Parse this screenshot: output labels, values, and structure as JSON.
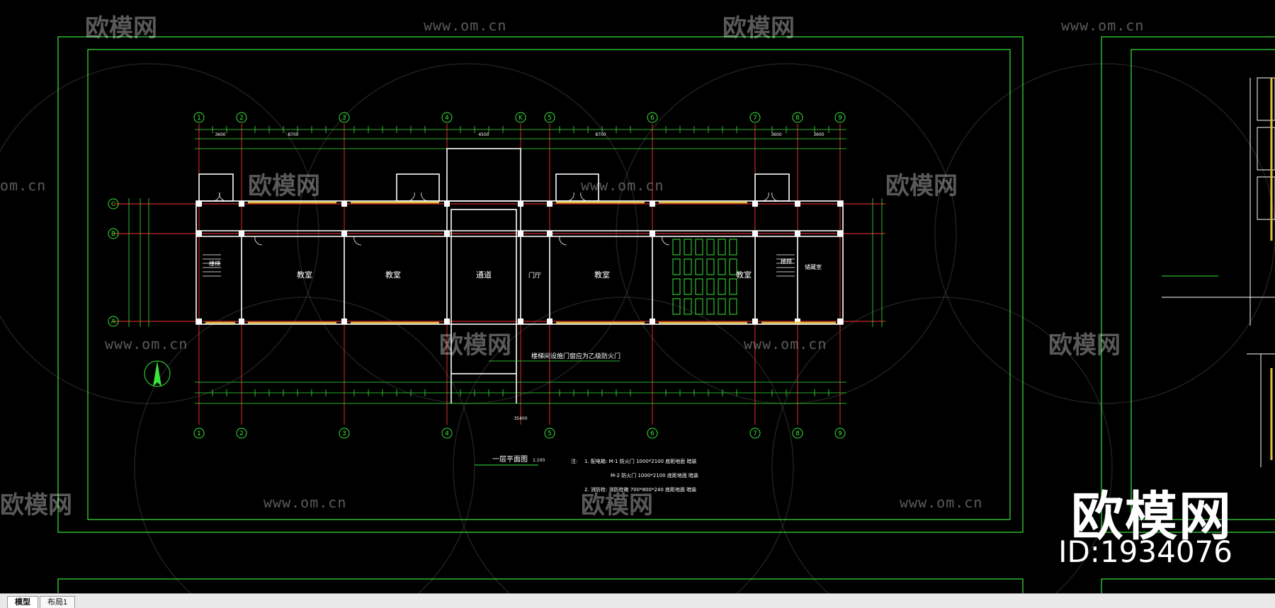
{
  "watermark": {
    "brand": "欧模网",
    "url": "www.om.cn",
    "url_partial": "om.cn",
    "brand_partial": "欧模网",
    "id_label": "ID:1934076"
  },
  "drawing": {
    "title": "一层平面图",
    "scale": "1:100",
    "grid_top": [
      "1",
      "2",
      "3",
      "4",
      "K",
      "5",
      "6",
      "7",
      "8",
      "9"
    ],
    "grid_left": [
      "C",
      "B",
      "A"
    ],
    "dimension_total": "35400",
    "rooms": {
      "classroom": "教室",
      "corridor": "通道",
      "storage": "储藏室",
      "stair": "楼梯",
      "entry": "门厅"
    },
    "callout": "楼梯间设施门窗应为乙级防火门",
    "notes_title": "注:",
    "notes": [
      "1. 配电箱:  M-1  防火门  1000*2100  底距地面  暗装",
      "M-2  防火门  1000*2100  底距地面  暗装",
      "2. 消防栓:  消防栓箱  700*800*240  底距地面  暗装"
    ],
    "dims_small": [
      "3600",
      "8700",
      "4500",
      "3600",
      "8700",
      "3600"
    ]
  },
  "tabs": [
    {
      "label": "模型",
      "active": true
    },
    {
      "label": "布局1",
      "active": false
    }
  ],
  "colors": {
    "background": "#000000",
    "frame": "#39e639",
    "axis": "#ff3030",
    "wall": "#ffffff",
    "dim": "#39e639",
    "window": "#e0c040",
    "accent": "#ff66ff"
  }
}
